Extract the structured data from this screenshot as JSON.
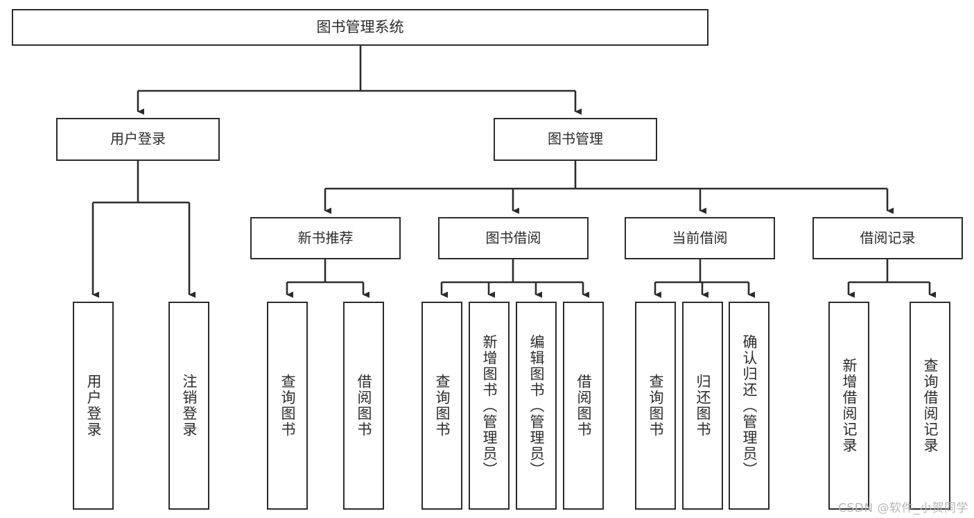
{
  "diagram": {
    "title": "图书管理系统",
    "watermark": "CSDN @软件_小贺同学",
    "colors": {
      "stroke": "#2b2b2b",
      "fill": "#ffffff",
      "text": "#2b2b2b",
      "watermark": "#b6b6b6"
    },
    "root": {
      "label": "图书管理系统"
    },
    "level2": [
      {
        "label": "用户登录"
      },
      {
        "label": "图书管理"
      }
    ],
    "level3": [
      {
        "label": "新书推荐"
      },
      {
        "label": "图书借阅"
      },
      {
        "label": "当前借阅"
      },
      {
        "label": "借阅记录"
      }
    ],
    "leaves": {
      "user_login": [
        {
          "label": "用户登录"
        },
        {
          "label": "注销登录"
        }
      ],
      "new_book_recommend": [
        {
          "label": "查询图书"
        },
        {
          "label": "借阅图书"
        }
      ],
      "book_borrow": [
        {
          "label": "查询图书"
        },
        {
          "label": "新增图书（管理员）"
        },
        {
          "label": "编辑图书（管理员）"
        },
        {
          "label": "借阅图书"
        }
      ],
      "current_borrow": [
        {
          "label": "查询图书"
        },
        {
          "label": "归还图书"
        },
        {
          "label": "确认归还（管理员）"
        }
      ],
      "borrow_record": [
        {
          "label": "新增借阅记录"
        },
        {
          "label": "查询借阅记录"
        }
      ]
    }
  }
}
